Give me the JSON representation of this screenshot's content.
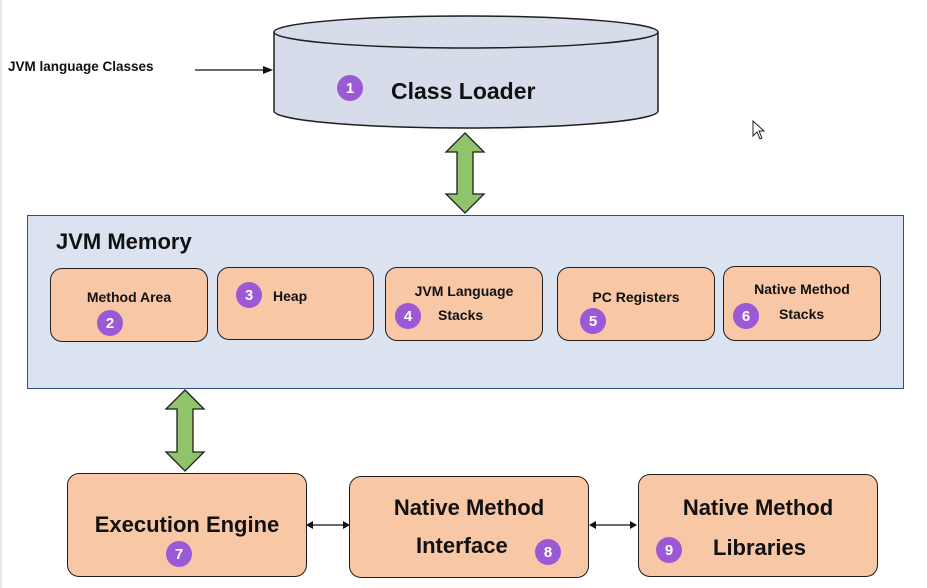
{
  "input_label": "JVM language Classes",
  "class_loader": {
    "label": "Class Loader",
    "badge": "1"
  },
  "memory": {
    "title": "JVM Memory",
    "items": [
      {
        "line1": "Method Area",
        "line2": "",
        "badge": "2"
      },
      {
        "line1": "Heap",
        "line2": "",
        "badge": "3"
      },
      {
        "line1": "JVM Language",
        "line2": "Stacks",
        "badge": "4"
      },
      {
        "line1": "PC Registers",
        "line2": "",
        "badge": "5"
      },
      {
        "line1": "Native Method",
        "line2": "Stacks",
        "badge": "6"
      }
    ]
  },
  "execution_engine": {
    "label": "Execution Engine",
    "badge": "7"
  },
  "native_interface": {
    "line1": "Native Method",
    "line2": "Interface",
    "badge": "8"
  },
  "native_libraries": {
    "line1": "Native Method",
    "line2": "Libraries",
    "badge": "9"
  },
  "colors": {
    "cylinder_fill": "#d6dcea",
    "memory_fill": "#dbe3f1",
    "memory_border": "#2f4f86",
    "component_fill": "#f8c7a6",
    "badge_fill": "#9b59d6",
    "arrow_fill": "#8fc46a"
  }
}
